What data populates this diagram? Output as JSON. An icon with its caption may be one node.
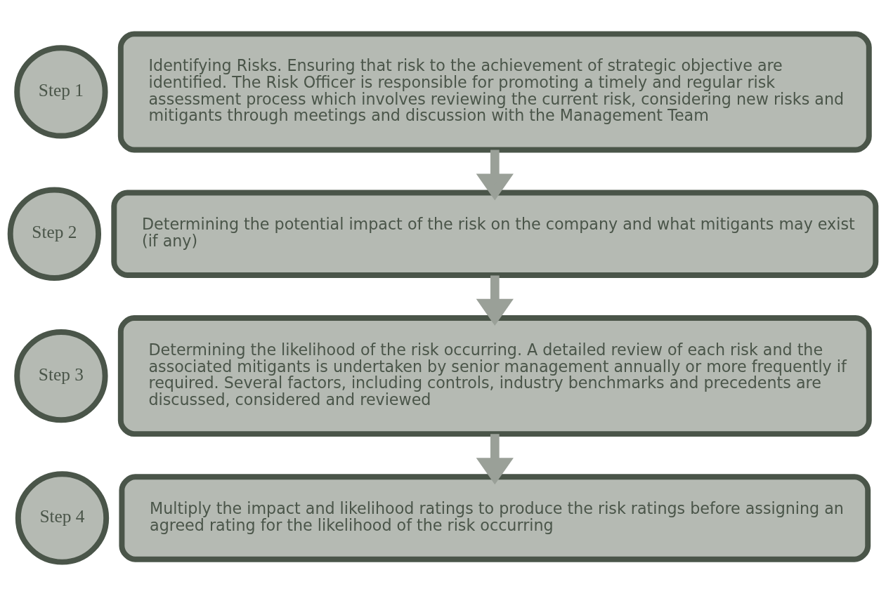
{
  "diagram": {
    "nodes": [
      {
        "text": [
          "Step 1"
        ]
      },
      {
        "text": [
          "Identifying Risks. Ensuring that risk to the achievement of strategic objective are identified. The Risk Officer is responsible for promoting a timely and regular risk assessment process which involves reviewing the current risk, considering new risks and mitigants through meetings and discussion with the Management Team"
        ]
      },
      {
        "text": [
          "Step 2"
        ]
      },
      {
        "text": [
          "Determining the potential impact of the risk on the company and what mitigants may exist (if any)"
        ]
      },
      {
        "text": [
          "Step 3"
        ]
      },
      {
        "text": [
          "Determining the likelihood of the risk occurring. A detailed review of each risk and the associated mitigants is undertaken by senior management annually or more frequently if required. Several factors, including controls, industry benchmarks and precedents are discussed, considered and reviewed"
        ]
      },
      {
        "text": [
          "Step 4"
        ]
      },
      {
        "text": [
          "Multiply the impact and likelihood ratings to produce the risk ratings before assigning an agreed rating for the likelihood of the risk occurring"
        ]
      }
    ],
    "edges": [
      {
        "from": 1,
        "to": 3,
        "arrow": "to"
      },
      {
        "from": 3,
        "to": 5,
        "arrow": "to"
      },
      {
        "from": 5,
        "to": 7,
        "arrow": "to"
      }
    ]
  }
}
